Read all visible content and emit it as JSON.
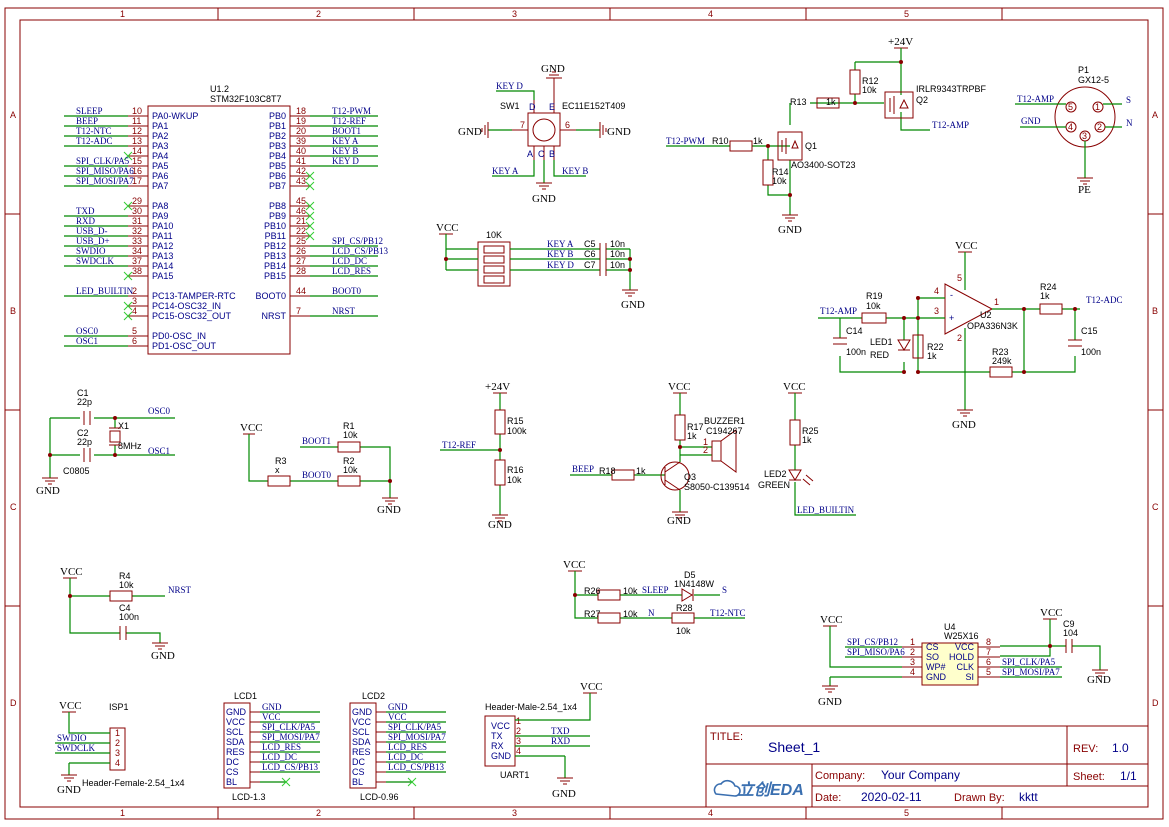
{
  "zones_top": [
    "1",
    "2",
    "3",
    "4",
    "5"
  ],
  "zones_side": [
    "A",
    "B",
    "C",
    "D"
  ],
  "mcu": {
    "ref": "U1.2",
    "value": "STM32F103C8T7",
    "left_pins": [
      {
        "num": "10",
        "name": "PA0-WKUP",
        "net": "SLEEP"
      },
      {
        "num": "11",
        "name": "PA1",
        "net": "BEEP"
      },
      {
        "num": "12",
        "name": "PA2",
        "net": "T12-NTC"
      },
      {
        "num": "13",
        "name": "PA3",
        "net": "T12-ADC"
      },
      {
        "num": "14",
        "name": "PA4",
        "net": ""
      },
      {
        "num": "15",
        "name": "PA5",
        "net": "SPI_CLK/PA5"
      },
      {
        "num": "16",
        "name": "PA6",
        "net": "SPI_MISO/PA6"
      },
      {
        "num": "17",
        "name": "PA7",
        "net": "SPI_MOSI/PA7"
      },
      {
        "num": "29",
        "name": "PA8",
        "net": ""
      },
      {
        "num": "30",
        "name": "PA9",
        "net": "TXD"
      },
      {
        "num": "31",
        "name": "PA10",
        "net": "RXD"
      },
      {
        "num": "32",
        "name": "PA11",
        "net": "USB_D-"
      },
      {
        "num": "33",
        "name": "PA12",
        "net": "USB_D+"
      },
      {
        "num": "34",
        "name": "PA13",
        "net": "SWDIO"
      },
      {
        "num": "37",
        "name": "PA14",
        "net": "SWDCLK"
      },
      {
        "num": "38",
        "name": "PA15",
        "net": ""
      },
      {
        "num": "2",
        "name": "PC13-TAMPER-RTC",
        "net": "LED_BUILTIN"
      },
      {
        "num": "3",
        "name": "PC14-OSC32_IN",
        "net": ""
      },
      {
        "num": "4",
        "name": "PC15-OSC32_OUT",
        "net": ""
      },
      {
        "num": "5",
        "name": "PD0-OSC_IN",
        "net": "OSC0"
      },
      {
        "num": "6",
        "name": "PD1-OSC_OUT",
        "net": "OSC1"
      }
    ],
    "right_pins": [
      {
        "num": "18",
        "name": "PB0",
        "net": "T12-PWM"
      },
      {
        "num": "19",
        "name": "PB1",
        "net": "T12-REF"
      },
      {
        "num": "20",
        "name": "PB2",
        "net": "BOOT1"
      },
      {
        "num": "39",
        "name": "PB3",
        "net": "KEY A"
      },
      {
        "num": "40",
        "name": "PB4",
        "net": "KEY B"
      },
      {
        "num": "41",
        "name": "PB5",
        "net": "KEY D"
      },
      {
        "num": "42",
        "name": "PB6",
        "net": ""
      },
      {
        "num": "43",
        "name": "PB7",
        "net": ""
      },
      {
        "num": "45",
        "name": "PB8",
        "net": ""
      },
      {
        "num": "46",
        "name": "PB9",
        "net": ""
      },
      {
        "num": "21",
        "name": "PB10",
        "net": ""
      },
      {
        "num": "22",
        "name": "PB11",
        "net": ""
      },
      {
        "num": "25",
        "name": "PB12",
        "net": "SPI_CS/PB12"
      },
      {
        "num": "26",
        "name": "PB13",
        "net": "LCD_CS/PB13"
      },
      {
        "num": "27",
        "name": "PB14",
        "net": "LCD_DC"
      },
      {
        "num": "28",
        "name": "PB15",
        "net": "LCD_RES"
      },
      {
        "num": "44",
        "name": "BOOT0",
        "net": "BOOT0"
      },
      {
        "num": "7",
        "name": "NRST",
        "net": "NRST"
      }
    ]
  },
  "power": {
    "gnd": "GND",
    "vcc": "VCC",
    "v24": "+24V"
  },
  "switch": {
    "ref": "SW1",
    "value": "EC11E152T409",
    "pins": {
      "a": "A",
      "b": "B",
      "c": "C",
      "d": "D",
      "e": "E",
      "p6": "6",
      "p7": "7"
    },
    "nets": {
      "a": "KEY A",
      "b": "KEY B",
      "d": "KEY D"
    }
  },
  "debounce": {
    "rn": "10K",
    "rows": [
      {
        "net": "KEY A",
        "cap": "C5",
        "value": "10n"
      },
      {
        "net": "KEY B",
        "cap": "C6",
        "value": "10n"
      },
      {
        "net": "KEY D",
        "cap": "C7",
        "value": "10n"
      }
    ]
  },
  "driver": {
    "r10": {
      "ref": "R10",
      "value": "1k"
    },
    "r13": {
      "ref": "R13",
      "value": "1k"
    },
    "r12": {
      "ref": "R12",
      "value": "10k"
    },
    "r14": {
      "ref": "R14",
      "value": "10k"
    },
    "q1": {
      "ref": "Q1",
      "value": "AO3400-SOT23"
    },
    "q2": {
      "ref": "Q2",
      "value": "IRLR9343TRPBF"
    },
    "net_in": "T12-PWM",
    "net_out": "T12-AMP"
  },
  "connector_p1": {
    "ref": "P1",
    "value": "GX12-5",
    "pins": [
      "5",
      "1",
      "4",
      "2",
      "3"
    ],
    "labels": {
      "s": "S",
      "n": "N",
      "pe": "PE"
    },
    "nets": {
      "amp": "T12-AMP",
      "gnd": "GND"
    }
  },
  "opamp": {
    "ref": "U2",
    "value": "OPA336N3K",
    "pins": {
      "p4": "4",
      "p3": "3",
      "p5": "5",
      "p1": "1",
      "p2": "2",
      "plus": "+",
      "minus": "-"
    },
    "r19": {
      "ref": "R19",
      "value": "10k"
    },
    "r22": {
      "ref": "R22",
      "value": "1k"
    },
    "r23": {
      "ref": "R23",
      "value": "249k"
    },
    "r24": {
      "ref": "R24",
      "value": "1k"
    },
    "c14": {
      "ref": "C14",
      "value": "100n"
    },
    "c15": {
      "ref": "C15",
      "value": "100n"
    },
    "led1": {
      "ref": "LED1",
      "value": "RED"
    },
    "net_in": "T12-AMP",
    "net_out": "T12-ADC"
  },
  "crystal": {
    "c1": {
      "ref": "C1",
      "value": "22p"
    },
    "c2": {
      "ref": "C2",
      "value": "22p"
    },
    "x1": {
      "ref": "X1",
      "value": "8MHz"
    },
    "pkg": "C0805",
    "osc0": "OSC0",
    "osc1": "OSC1"
  },
  "boot": {
    "r1": {
      "ref": "R1",
      "value": "10k"
    },
    "r2": {
      "ref": "R2",
      "value": "10k"
    },
    "r3": {
      "ref": "R3",
      "value": "x"
    },
    "boot1": "BOOT1",
    "boot0": "BOOT0"
  },
  "tref": {
    "r15": {
      "ref": "R15",
      "value": "100k"
    },
    "r16": {
      "ref": "R16",
      "value": "10k"
    },
    "net": "T12-REF"
  },
  "buzzer": {
    "ref": "BUZZER1",
    "value": "C194267",
    "r17": {
      "ref": "R17",
      "value": "1k"
    },
    "r18": {
      "ref": "R18",
      "value": "1k"
    },
    "q3": {
      "ref": "Q3",
      "value": "S8050-C139514"
    },
    "net": "BEEP",
    "pin1": "1",
    "pin2": "2"
  },
  "led2": {
    "r25": {
      "ref": "R25",
      "value": "1k"
    },
    "ref": "LED2",
    "value": "GREEN",
    "net": "LED_BUILTIN"
  },
  "reset": {
    "r4": {
      "ref": "R4",
      "value": "10k"
    },
    "c4": {
      "ref": "C4",
      "value": "100n"
    },
    "net": "NRST"
  },
  "sleep": {
    "r26": {
      "ref": "R26",
      "value": "10k"
    },
    "r27": {
      "ref": "R27",
      "value": "10k"
    },
    "r28": {
      "ref": "R28",
      "value": "10k"
    },
    "d5": {
      "ref": "D5",
      "value": "1N4148W"
    },
    "sleep": "SLEEP",
    "s": "S",
    "n": "N",
    "ntc": "T12-NTC"
  },
  "flash": {
    "ref": "U4",
    "value": "W25X16",
    "left": [
      {
        "num": "1",
        "name": "CS",
        "net": "SPI_CS/PB12"
      },
      {
        "num": "2",
        "name": "SO",
        "net": "SPI_MISO/PA6"
      },
      {
        "num": "3",
        "name": "WP#",
        "net": ""
      },
      {
        "num": "4",
        "name": "GND",
        "net": ""
      }
    ],
    "right": [
      {
        "num": "8",
        "name": "VCC",
        "net": ""
      },
      {
        "num": "7",
        "name": "HOLD",
        "net": ""
      },
      {
        "num": "6",
        "name": "CLK",
        "net": "SPI_CLK/PA5"
      },
      {
        "num": "5",
        "name": "SI",
        "net": "SPI_MOSI/PA7"
      }
    ],
    "c9": {
      "ref": "C9",
      "value": "104"
    }
  },
  "isp": {
    "ref": "ISP1",
    "value": "Header-Female-2.54_1x4",
    "nets": [
      "",
      "SWDIO",
      "SWDCLK",
      ""
    ],
    "pins": [
      "1",
      "2",
      "3",
      "4"
    ]
  },
  "lcd1": {
    "ref": "LCD1",
    "value": "LCD-1.3",
    "pins": [
      "GND",
      "VCC",
      "SCL",
      "SDA",
      "RES",
      "DC",
      "CS",
      "BL"
    ],
    "nets": [
      "GND",
      "VCC",
      "SPI_CLK/PA5",
      "SPI_MOSI/PA7",
      "LCD_RES",
      "LCD_DC",
      "LCD_CS/PB13",
      ""
    ]
  },
  "lcd2": {
    "ref": "LCD2",
    "value": "LCD-0.96",
    "pins": [
      "GND",
      "VCC",
      "SCL",
      "SDA",
      "RES",
      "DC",
      "CS",
      "BL"
    ],
    "nets": [
      "GND",
      "VCC",
      "SPI_CLK/PA5",
      "SPI_MOSI/PA7",
      "LCD_RES",
      "LCD_DC",
      "LCD_CS/PB13",
      ""
    ]
  },
  "uart": {
    "ref": "UART1",
    "value": "Header-Male-2.54_1x4",
    "pins": [
      "VCC",
      "TX",
      "RX",
      "GND"
    ],
    "nums": [
      "1",
      "2",
      "3",
      "4"
    ],
    "nets": [
      "",
      "TXD",
      "RXD",
      ""
    ]
  },
  "title_block": {
    "title_label": "TITLE:",
    "title": "Sheet_1",
    "rev_label": "REV:",
    "rev": "1.0",
    "company_label": "Company:",
    "company": "Your Company",
    "sheet_label": "Sheet:",
    "sheet": "1/1",
    "date_label": "Date:",
    "date": "2020-02-11",
    "drawn_label": "Drawn By:",
    "drawn": "kktt",
    "logo_text": "立创EDA"
  },
  "colors": {
    "wire": "#008800",
    "part": "#880000",
    "net": "#000088",
    "accent": "#3a6fb0"
  }
}
